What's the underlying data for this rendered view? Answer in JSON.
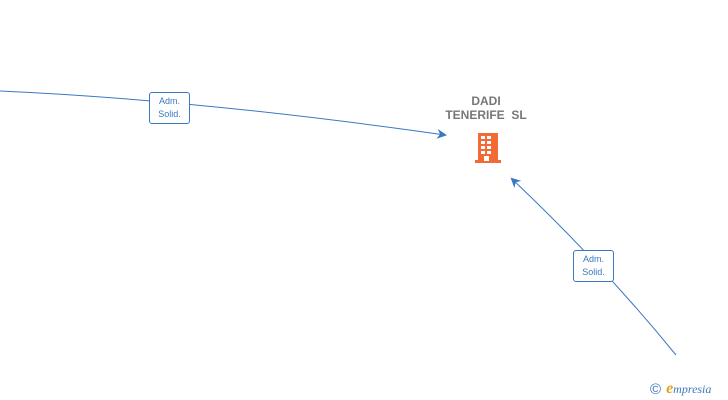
{
  "company": {
    "name_line1": "DADI",
    "name_line2": "TENERIFE  SL",
    "icon": "building-icon",
    "icon_color": "#f26a35"
  },
  "edges": [
    {
      "label_line1": "Adm.",
      "label_line2": "Solid."
    },
    {
      "label_line1": "Adm.",
      "label_line2": "Solid."
    }
  ],
  "colors": {
    "edge": "#3a78c2",
    "label_text": "#777777"
  },
  "watermark": {
    "symbol": "©",
    "brand_initial": "e",
    "brand_rest": "mpresia"
  }
}
